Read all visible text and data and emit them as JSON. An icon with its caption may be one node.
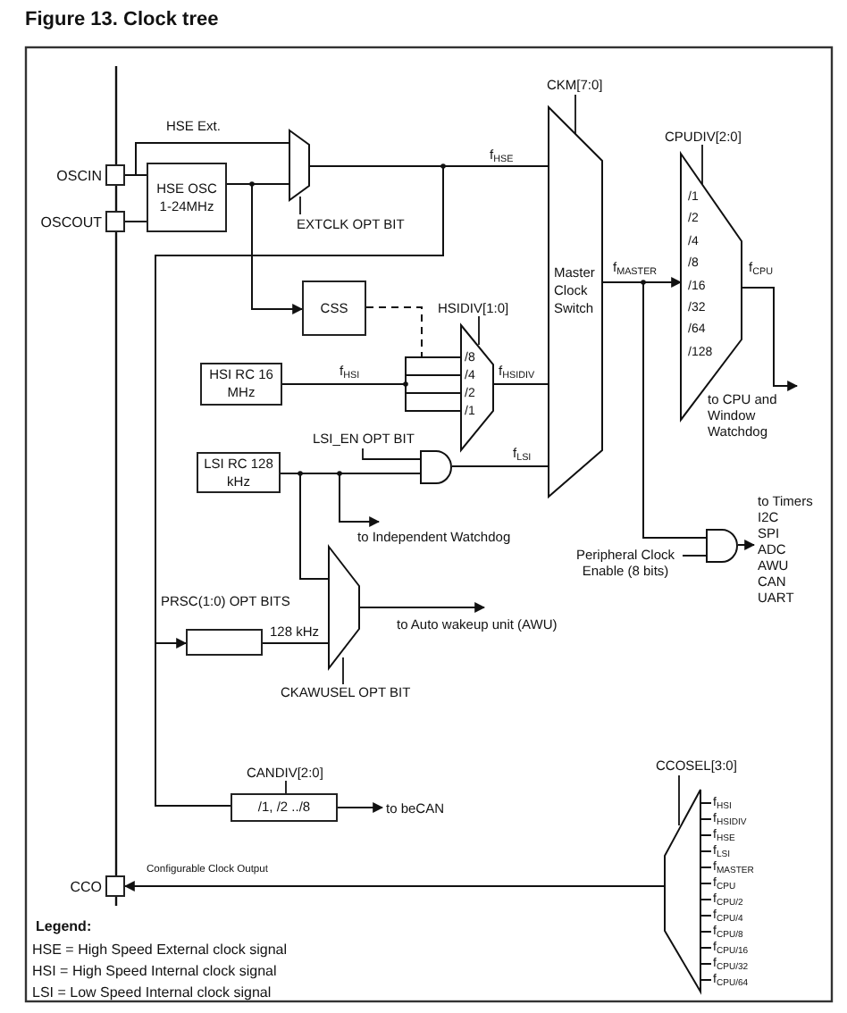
{
  "diagram": {
    "title": "Figure 13. Clock tree",
    "nodes": [
      {
        "text": [],
        "shape": "box",
        "beside": [
          "OSCIN"
        ]
      },
      {
        "text": [],
        "shape": "box",
        "beside": [
          "OSCOUT"
        ]
      },
      {
        "text": [
          "HSE OSC 1-24MHz"
        ]
      },
      {
        "text": [],
        "shape": "trapezoid",
        "beside": [
          "EXTCLK OPT BIT"
        ]
      },
      {
        "text": [
          "CSS"
        ]
      },
      {
        "text": [
          "HSI RC 16 MHz"
        ]
      },
      {
        "text": [
          "/8",
          "/4",
          "/2",
          "/1"
        ],
        "beside": [
          "HSIDIV[1:0]"
        ]
      },
      {
        "text": [
          "LSI RC 128 kHz"
        ]
      },
      {
        "text": [],
        "shape": "gate",
        "beside": [
          "LSI_EN OPT BIT"
        ]
      },
      {
        "text": [
          "Master Clock Switch"
        ],
        "beside": [
          "CKM[7:0]"
        ]
      },
      {
        "text": [
          "/1",
          "/2",
          "/4",
          "/8",
          "/16",
          "/32",
          "/64",
          "/128"
        ],
        "beside": [
          "CPUDIV[2:0]"
        ]
      },
      {
        "text": [],
        "shape": "gate"
      },
      {
        "text": [],
        "shape": "box"
      },
      {
        "text": [],
        "shape": "trapezoid",
        "beside": [
          "CKAWUSEL OPT BIT"
        ]
      },
      {
        "text": [
          "/1, /2 ../8"
        ],
        "beside": [
          "CANDIV[2:0]"
        ]
      },
      {
        "text": [],
        "shape": "box",
        "beside": [
          "CCO"
        ]
      },
      {
        "text": [],
        "shape": "trapezoid",
        "beside": [
          "CCOSEL[3:0]",
          "f$_{HSI}$",
          "f$_{HSIDIV}$",
          "f$_{HSE}$",
          "f$_{LSI}$",
          "f$_{MASTER}$",
          "f$_{CPU}$",
          "f$_{CPU/2}$",
          "f$_{CPU/4}$",
          "f$_{CPU/8}$",
          "f$_{CPU/16}$",
          "f$_{CPU/32}$",
          "f$_{CPU/64}$"
        ]
      },
      {
        "text": [
          "to CPU and Window Watchdog"
        ]
      },
      {
        "text": [
          "to Independent Watchdog"
        ]
      },
      {
        "text": [
          "Peripheral Clock Enable (8 bits)"
        ]
      },
      {
        "text": [
          "to Timers",
          "I2C",
          "SPI",
          "ADC",
          "AWU",
          "CAN",
          "UART"
        ]
      },
      {
        "text": [
          "to Auto wakeup unit (AWU)"
        ]
      },
      {
        "text": [
          "to beCAN"
        ]
      }
    ],
    "edges": [
      {
        "from": 0,
        "to": 3,
        "arrow": "none",
        "label": "HSE Ext."
      },
      {
        "from": 0,
        "to": 2,
        "arrow": "none"
      },
      {
        "from": 1,
        "to": 2,
        "arrow": "none"
      },
      {
        "from": 2,
        "to": 3,
        "arrow": "none"
      },
      {
        "from": 2,
        "to": 4,
        "arrow": "to"
      },
      {
        "from": 3,
        "to": 9,
        "arrow": "none",
        "label": "f$_{HSE}$"
      },
      {
        "from": 4,
        "to": 6,
        "arrow": "none",
        "style": "dashed"
      },
      {
        "from": 5,
        "to": 6,
        "arrow": "none",
        "label": "f$_{HSI}$"
      },
      {
        "from": 6,
        "to": 9,
        "arrow": "none",
        "label": "f$_{HSIDIV}$"
      },
      {
        "from": 7,
        "to": 8,
        "arrow": "none"
      },
      {
        "from": 8,
        "to": 9,
        "arrow": "none",
        "label": "f$_{LSI}$"
      },
      {
        "from": 7,
        "to": 18,
        "arrow": "to"
      },
      {
        "from": 7,
        "to": 13,
        "arrow": "none"
      },
      {
        "from": 12,
        "to": 13,
        "arrow": "none",
        "label": "128 kHz"
      },
      {
        "from": 13,
        "to": 21,
        "arrow": "to"
      },
      {
        "from": 9,
        "to": 10,
        "arrow": "to",
        "label": "f$_{MASTER}$"
      },
      {
        "from": 10,
        "to": 17,
        "arrow": "to",
        "label": "f$_{CPU}$"
      },
      {
        "from": 9,
        "to": 11,
        "arrow": "none"
      },
      {
        "from": 11,
        "to": 20,
        "arrow": "to"
      },
      {
        "from": 19,
        "to": 11,
        "arrow": "none"
      },
      {
        "from": 3,
        "to": 12,
        "arrow": "to"
      },
      {
        "from": 3,
        "to": 14,
        "arrow": "none"
      },
      {
        "from": 14,
        "to": 22,
        "arrow": "to"
      },
      {
        "from": 16,
        "to": 15,
        "arrow": "to",
        "label": "Configurable Clock Output"
      }
    ],
    "labels": [
      "PRSC(1:0) OPT BITS",
      "Legend:",
      "HSE = High Speed External clock signal",
      "HSI = High Speed Internal clock signal",
      "LSI = Low Speed Internal clock signal"
    ]
  }
}
